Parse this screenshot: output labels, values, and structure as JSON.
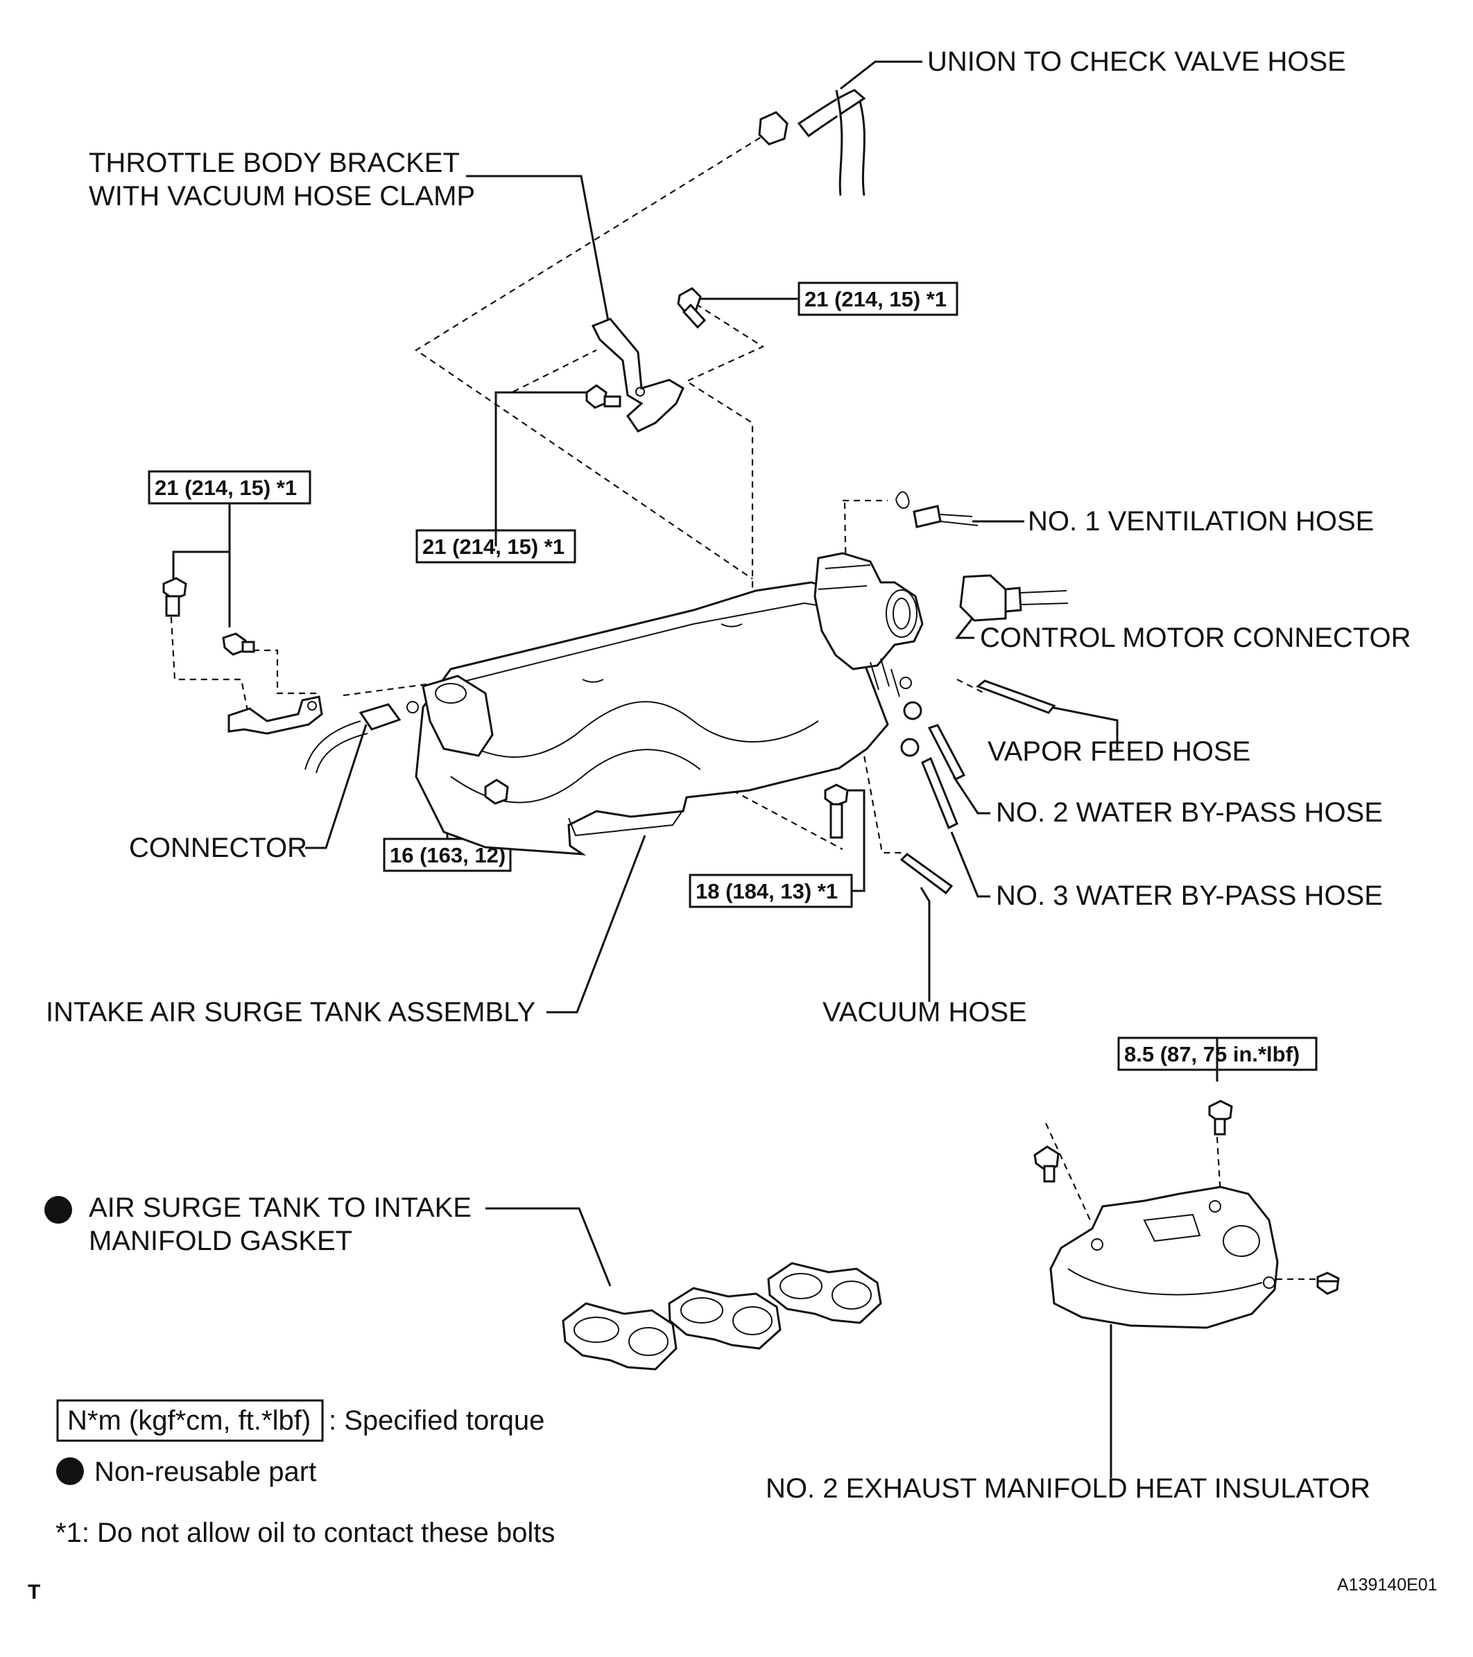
{
  "colors": {
    "ink": "#111111",
    "background": "#ffffff"
  },
  "labels": {
    "union_hose": "UNION TO CHECK VALVE HOSE",
    "bracket_line1": "THROTTLE BODY BRACKET",
    "bracket_line2": "WITH VACUUM HOSE CLAMP",
    "ventilation_hose": "NO. 1 VENTILATION HOSE",
    "control_motor_connector": "CONTROL MOTOR CONNECTOR",
    "vapor_feed_hose": "VAPOR FEED HOSE",
    "water_bypass_2": "NO. 2 WATER BY-PASS HOSE",
    "water_bypass_3": "NO. 3 WATER BY-PASS HOSE",
    "connector": "CONNECTOR",
    "surge_tank": "INTAKE AIR SURGE TANK ASSEMBLY",
    "vacuum_hose": "VACUUM HOSE",
    "gasket_line1": "AIR SURGE TANK TO INTAKE",
    "gasket_line2": "MANIFOLD GASKET",
    "heat_insulator": "NO. 2 EXHAUST MANIFOLD HEAT INSULATOR"
  },
  "torques": {
    "bracket_top": "21 (214, 15) *1",
    "bracket_mid": "21 (214, 15) *1",
    "left_pair": "21 (214, 15) *1",
    "tank_nut": "16 (163, 12)",
    "tank_bolt": "18 (184, 13) *1",
    "insulator": "8.5 (87, 75 in.*lbf)"
  },
  "legend": {
    "torque_box": "N*m (kgf*cm, ft.*lbf)",
    "torque_text": ": Specified torque",
    "nonreusable_text": "Non-reusable part",
    "note": "*1: Do not allow oil to contact these bolts"
  },
  "footer": {
    "corner_mark": "T",
    "figure_code": "A139140E01"
  }
}
